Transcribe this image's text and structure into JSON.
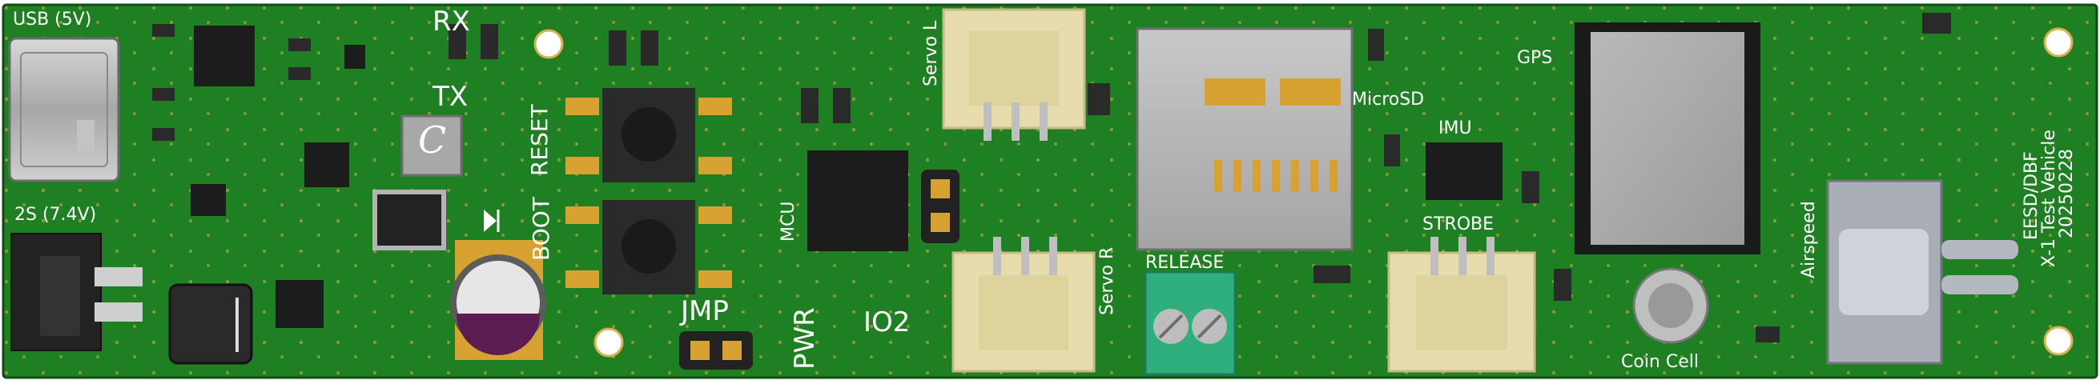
{
  "board": {
    "pcb_color": "#1f7f23",
    "silkscreen_color": "#ffffff"
  },
  "labels": {
    "usb": "USB (5V)",
    "battery": "2S (7.4V)",
    "rx": "RX",
    "tx": "TX",
    "reset": "RESET",
    "boot": "BOOT",
    "jmp": "JMP",
    "pwr": "PWR",
    "io2": "IO2",
    "mcu": "MCU",
    "servo_l": "Servo L",
    "servo_r": "Servo R",
    "release": "RELEASE",
    "microsd": "MicroSD",
    "imu": "IMU",
    "strobe": "STROBE",
    "gps": "GPS",
    "coin_cell": "Coin Cell",
    "airspeed": "Airspeed",
    "title_line1": "EESD/DBF",
    "title_line2": "X-1 Test Vehicle",
    "title_line3": "20250228"
  },
  "logo": {
    "glyph": "C"
  }
}
